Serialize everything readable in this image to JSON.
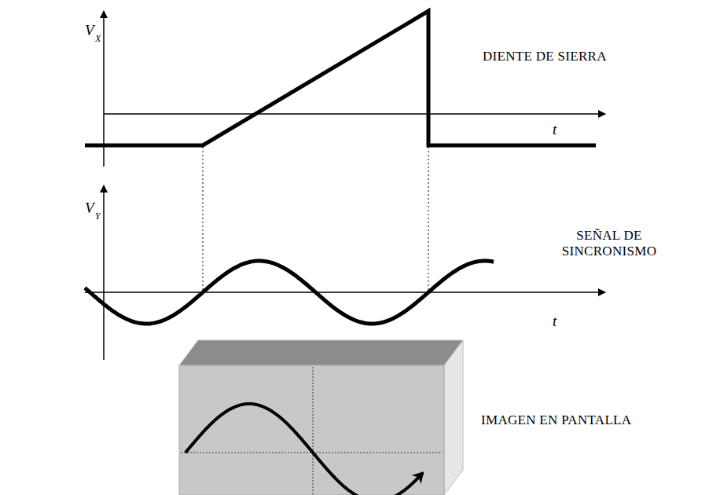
{
  "diagram": {
    "labels": [
      "V",
      "X",
      "DIENTE DE SIERRA",
      "t",
      "V",
      "Y",
      "SEÑAL DE SINCRONISMO",
      "t",
      "IMAGEN EN PANTALLA"
    ]
  }
}
